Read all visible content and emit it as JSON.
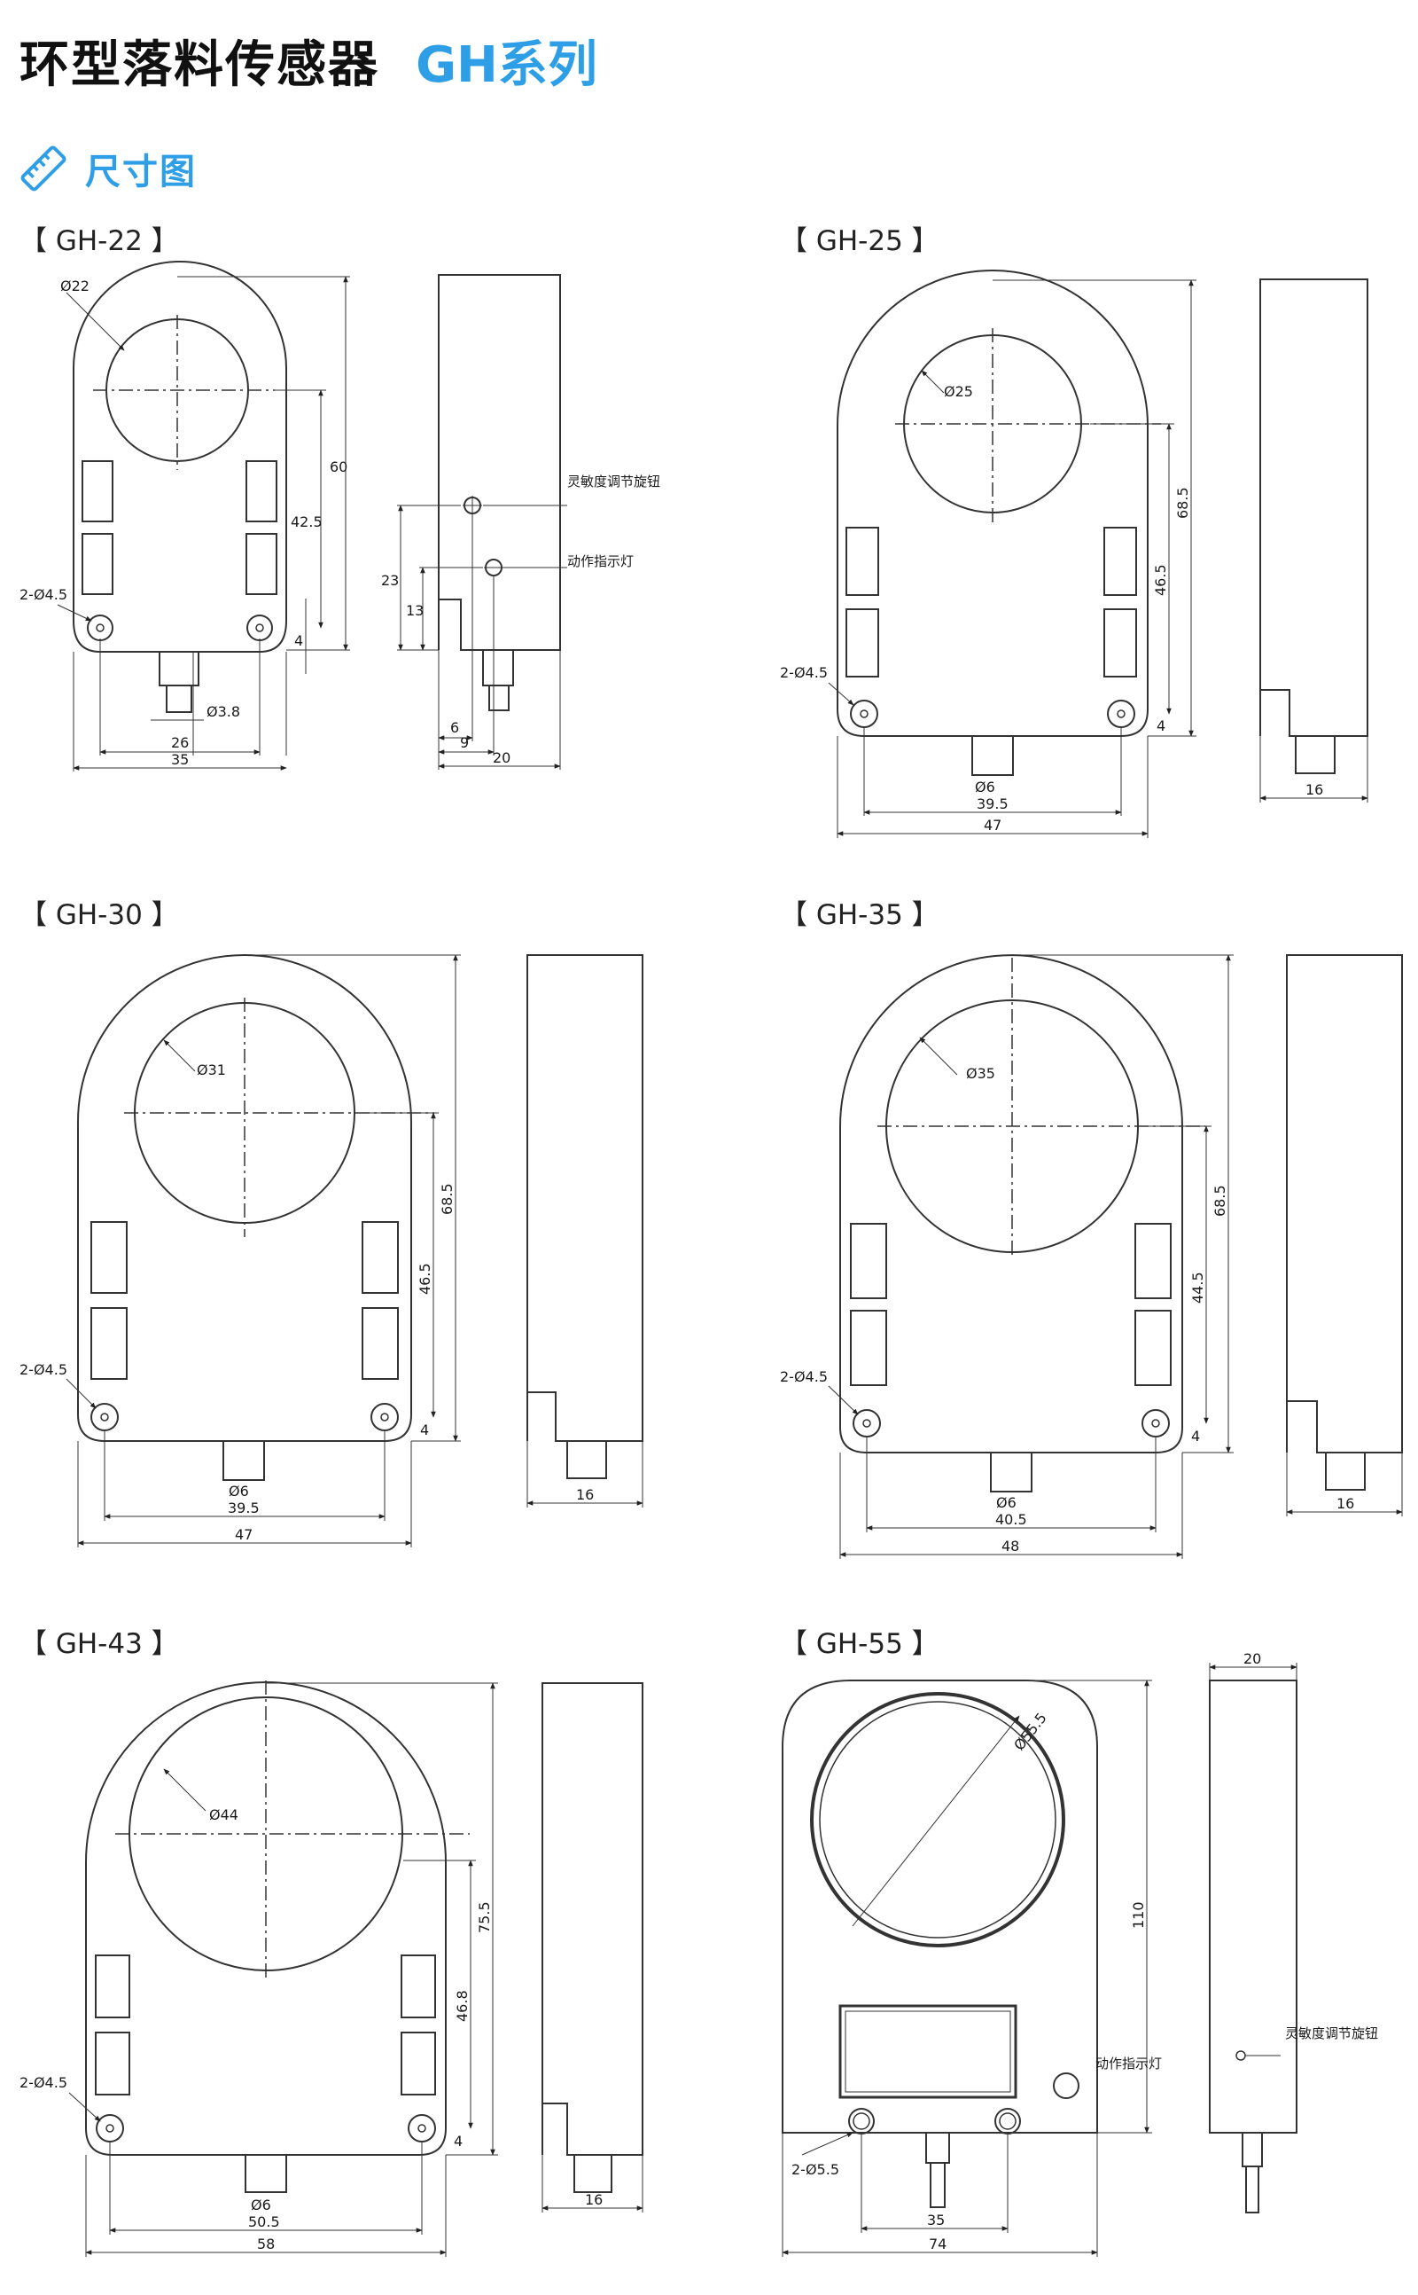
{
  "header": {
    "title": "环型落料传感器",
    "series": "GH系列"
  },
  "section": {
    "icon": "ruler-icon",
    "title": "尺寸图"
  },
  "colors": {
    "accent": "#2e9fe6",
    "line": "#333333"
  },
  "models": [
    {
      "id": "gh22",
      "label": "【 GH-22 】",
      "dims": {
        "hole": "Ø22",
        "mount": "2-Ø4.5",
        "h_total": "60",
        "h_center": "42.5",
        "h_foot": "4",
        "w_holes": "26",
        "w_total": "35",
        "cable": "Ø3.8",
        "side_h1": "23",
        "side_h2": "13",
        "side_w1": "6",
        "side_w2": "9",
        "side_w3": "20",
        "knob": "灵敏度调节旋钮",
        "led": "动作指示灯"
      }
    },
    {
      "id": "gh25",
      "label": "【 GH-25 】",
      "dims": {
        "hole": "Ø25",
        "mount": "2-Ø4.5",
        "h_total": "68.5",
        "h_center": "46.5",
        "h_foot": "4",
        "w_holes": "39.5",
        "w_total": "47",
        "cable": "Ø6",
        "side_w": "16"
      }
    },
    {
      "id": "gh30",
      "label": "【 GH-30 】",
      "dims": {
        "hole": "Ø31",
        "mount": "2-Ø4.5",
        "h_total": "68.5",
        "h_center": "46.5",
        "h_foot": "4",
        "w_holes": "39.5",
        "w_total": "47",
        "cable": "Ø6",
        "side_w": "16"
      }
    },
    {
      "id": "gh35",
      "label": "【 GH-35 】",
      "dims": {
        "hole": "Ø35",
        "mount": "2-Ø4.5",
        "h_total": "68.5",
        "h_center": "44.5",
        "h_foot": "4",
        "w_holes": "40.5",
        "w_total": "48",
        "cable": "Ø6",
        "side_w": "16"
      }
    },
    {
      "id": "gh43",
      "label": "【 GH-43 】",
      "dims": {
        "hole": "Ø44",
        "mount": "2-Ø4.5",
        "h_total": "75.5",
        "h_center": "46.8",
        "h_foot": "4",
        "w_holes": "50.5",
        "w_total": "58",
        "cable": "Ø6",
        "side_w": "16"
      }
    },
    {
      "id": "gh55",
      "label": "【 GH-55 】",
      "dims": {
        "hole": "Ø55.5",
        "mount": "2-Ø5.5",
        "h_total": "110",
        "w_holes": "35",
        "w_total": "74",
        "side_w": "20",
        "led": "动作指示灯",
        "knob": "灵敏度调节旋钮"
      }
    }
  ]
}
